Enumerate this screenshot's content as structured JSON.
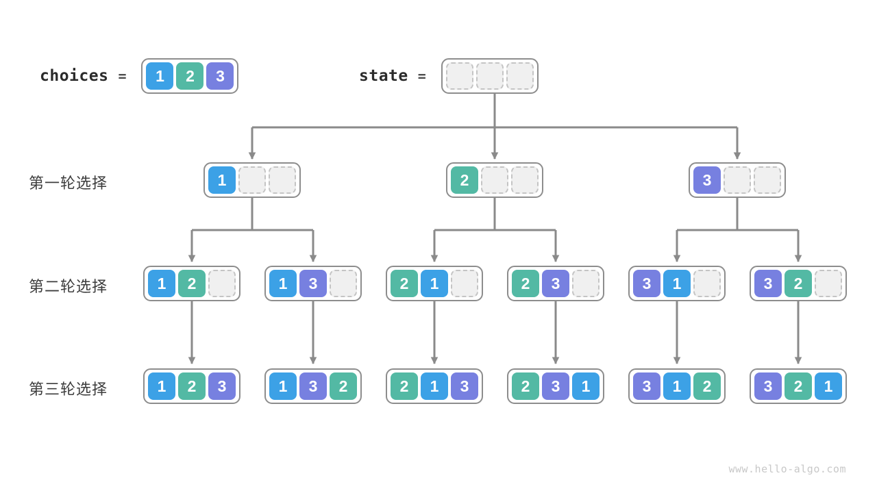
{
  "colors": {
    "cell1": "#3CA1E6",
    "cell2": "#53B9A4",
    "cell3": "#7780E0",
    "arrow": "#8A8A8A",
    "container_border": "#8D8D8D",
    "empty_fill": "#F0F0F0",
    "empty_border": "#C4C4C4",
    "label_text": "#3C3C3C",
    "code_text": "#2B2B2B",
    "footer_text": "#C8C8C8"
  },
  "header": {
    "choices_label": "choices",
    "choices_equals": "=",
    "choices_values": [
      1,
      2,
      3
    ],
    "state_label": "state",
    "state_equals": "=",
    "state_values": [
      null,
      null,
      null
    ]
  },
  "rows": [
    {
      "label": "第一轮选择",
      "nodes": [
        [
          1,
          null,
          null
        ],
        [
          2,
          null,
          null
        ],
        [
          3,
          null,
          null
        ]
      ]
    },
    {
      "label": "第二轮选择",
      "nodes": [
        [
          1,
          2,
          null
        ],
        [
          1,
          3,
          null
        ],
        [
          2,
          1,
          null
        ],
        [
          2,
          3,
          null
        ],
        [
          3,
          1,
          null
        ],
        [
          3,
          2,
          null
        ]
      ]
    },
    {
      "label": "第三轮选择",
      "nodes": [
        [
          1,
          2,
          3
        ],
        [
          1,
          3,
          2
        ],
        [
          2,
          1,
          3
        ],
        [
          2,
          3,
          1
        ],
        [
          3,
          1,
          2
        ],
        [
          3,
          2,
          1
        ]
      ]
    }
  ],
  "footer": {
    "watermark": "www.hello-algo.com"
  }
}
